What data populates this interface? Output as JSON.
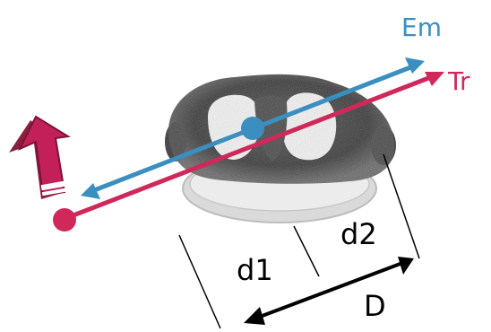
{
  "labels": {
    "emission": "Em",
    "transmission": "Tr",
    "distance_1": "d1",
    "distance_2": "d2",
    "total_distance": "D"
  },
  "colors": {
    "emission": "#3a8fc0",
    "transmission": "#d0285a",
    "detector_arrow": "#c3205a",
    "dimension_lines": "#000000",
    "phantom_dark": "#3a3a3a",
    "phantom_light": "#e6e6e6"
  }
}
